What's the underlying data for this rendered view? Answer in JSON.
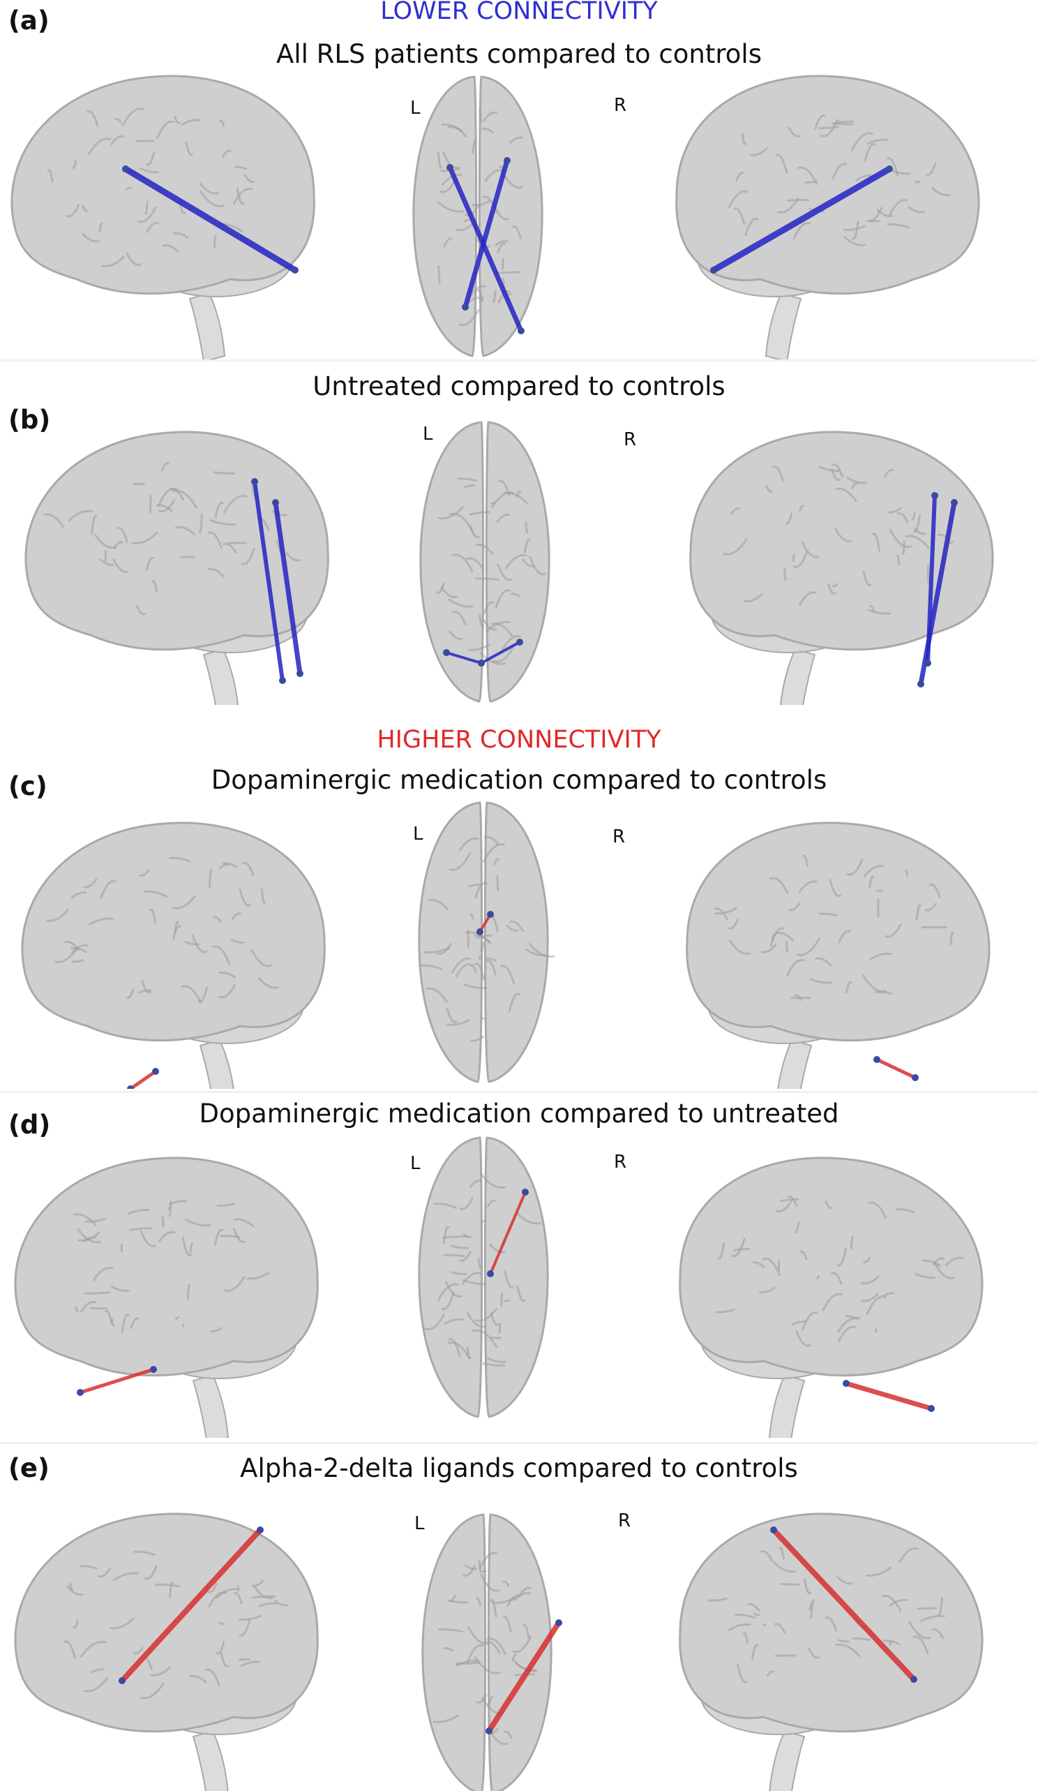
{
  "sections": {
    "lower": {
      "label": "LOWER CONNECTIVITY",
      "color": "#2f2fd0"
    },
    "higher": {
      "label": "HIGHER CONNECTIVITY",
      "color": "#e02828"
    }
  },
  "hemisphere_labels": {
    "left": "L",
    "right": "R"
  },
  "colors": {
    "brain_fill": "#cfcfcf",
    "brain_stroke": "#a9a9a9",
    "lower_edge": "#2424c4",
    "higher_edge": "#d83030",
    "node": "#3a4aa0"
  },
  "panels": [
    {
      "id": "a",
      "label": "(a)",
      "title": "All RLS patients compared to controls",
      "edge_type": "lower"
    },
    {
      "id": "b",
      "label": "(b)",
      "title": "Untreated compared to controls",
      "edge_type": "lower"
    },
    {
      "id": "c",
      "label": "(c)",
      "title": "Dopaminergic medication compared to controls",
      "edge_type": "higher"
    },
    {
      "id": "d",
      "label": "(d)",
      "title": "Dopaminergic medication compared to untreated",
      "edge_type": "higher"
    },
    {
      "id": "e",
      "label": "(e)",
      "title": "Alpha-2-delta ligands compared to controls",
      "edge_type": "higher"
    }
  ]
}
